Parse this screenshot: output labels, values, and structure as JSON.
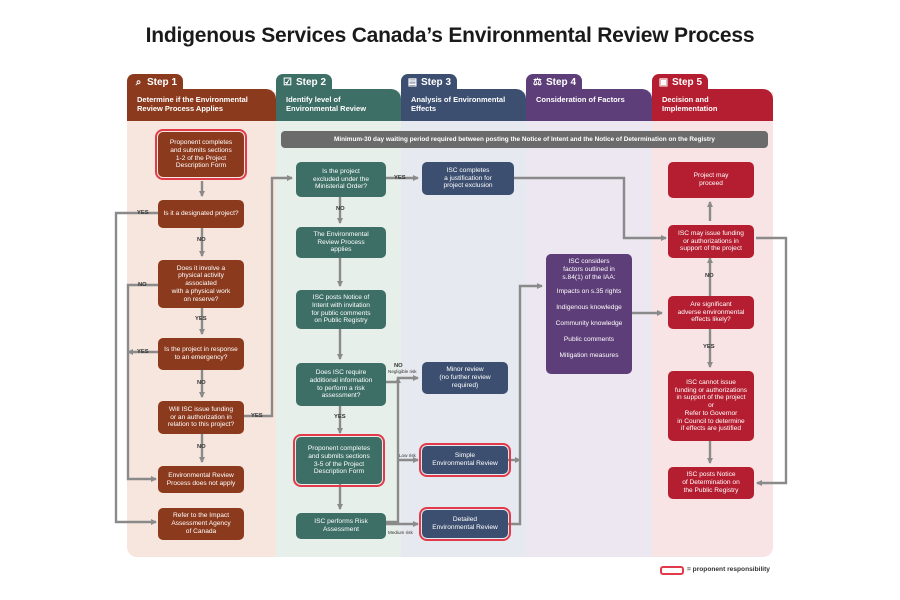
{
  "title": "Indigenous Services Canada’s Environmental Review Process",
  "steps": [
    {
      "tab": "Step 1",
      "icon": "search-icon",
      "band": "Determine if the Environmental Review Process Applies",
      "color": "#8c3a1d"
    },
    {
      "tab": "Step 2",
      "icon": "checklist-icon",
      "band": "Identify level of Environmental Review",
      "color": "#3d6f66"
    },
    {
      "tab": "Step 3",
      "icon": "document-icon",
      "band": "Analysis of Environmental Effects",
      "color": "#3d4f70"
    },
    {
      "tab": "Step 4",
      "icon": "scales-icon",
      "band": "Consideration of Factors",
      "color": "#5d3e78"
    },
    {
      "tab": "Step 5",
      "icon": "clipboard-icon",
      "band": "Decision and Implementation",
      "color": "#b41e30"
    }
  ],
  "banner": "Minimum-30 day waiting period required between posting the Notice of Intent and the Notice of Determination on the Registry",
  "nodes": {
    "proponent_sections_1_2": [
      "Proponent completes",
      "and submits sections",
      "1-2 of the Project",
      "Description Form"
    ],
    "designated_project": [
      "Is it a designated project?"
    ],
    "physical_activity": [
      "Does it involve a",
      "physical activity associated",
      "with a physical work",
      "on reserve?"
    ],
    "emergency": [
      "Is the project in response",
      "to an emergency?"
    ],
    "isc_funding_question": [
      "Will ISC issue funding",
      "or an authorization in",
      "relation to this project?"
    ],
    "erp_not_apply": [
      "Environmental Review",
      "Process does not apply"
    ],
    "refer_iaac": [
      "Refer to the Impact",
      "Assessment Agency",
      "of Canada"
    ],
    "excluded_question": [
      "Is the project",
      "excluded under the",
      "Ministerial Order?"
    ],
    "erp_applies": [
      "The Environmental",
      "Review Process",
      "applies"
    ],
    "notice_of_intent": [
      "ISC posts Notice of",
      "Intent with invitation",
      "for public comments",
      "on Public Registry"
    ],
    "more_info_question": [
      "Does ISC require",
      "additional information",
      "to perform a risk",
      "assessment?"
    ],
    "proponent_sections_3_5": [
      "Proponent completes",
      "and submits sections",
      "3-5 of the Project",
      "Description Form"
    ],
    "risk_assessment": [
      "ISC performs Risk",
      "Assessment"
    ],
    "justification": [
      "ISC completes",
      "a justification for",
      "project exclusion"
    ],
    "minor_review": [
      "Minor review",
      "(no further review",
      "required)"
    ],
    "simple_review": [
      "Simple",
      "Environmental Review"
    ],
    "detailed_review": [
      "Detailed",
      "Environmental Review"
    ],
    "factors": {
      "heading": [
        "ISC considers",
        "factors outlined in",
        "s.84(1) of the IAA:"
      ],
      "items": [
        "Impacts on s.35 rights",
        "Indigenous knowledge",
        "Community knowledge",
        "Public comments",
        "Mitigation measures"
      ]
    },
    "may_proceed": [
      "Project may",
      "proceed"
    ],
    "may_issue_funding": [
      "ISC may issue funding",
      "or authorizations in",
      "support of the project"
    ],
    "adverse_effects": [
      "Are significant",
      "adverse environmental",
      "effects likely?"
    ],
    "cannot_issue": [
      "ISC cannot issue",
      "funding or authorizations",
      "in support of the project",
      "or",
      "Refer to Governor",
      "in Council to determine",
      "if effects are justified"
    ],
    "notice_of_determination": [
      "ISC posts Notice",
      "of Determination on",
      "the Public Registry"
    ]
  },
  "labels": {
    "yes": "YES",
    "no": "NO",
    "negligible_risk": "Negligible risk",
    "low_risk": "Low risk",
    "medium_risk": "Medium risk"
  },
  "legend": "= proponent responsibility",
  "colors": {
    "step1_panel": "#f6e6dd",
    "step2_panel": "#e6efe9",
    "step3_panel": "#e6e9f0",
    "step4_panel": "#ece7f1",
    "step5_panel": "#f8e4e5",
    "arrow": "#8a8a8a",
    "proponent_outline": "#e23a4a"
  }
}
